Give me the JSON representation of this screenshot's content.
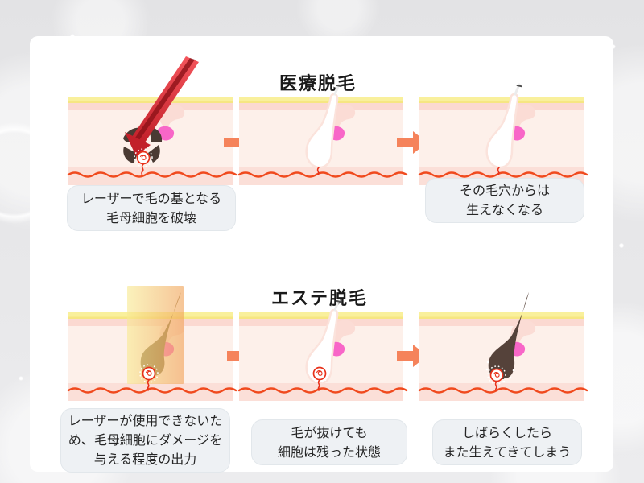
{
  "colors": {
    "bg": "#e3e3e5",
    "card": "#ffffff",
    "title": "#1a1a1a",
    "arrow": "#f5835b",
    "bubble_bg": "#eef1f4",
    "bubble_border": "#e2e7eb",
    "bubble_text": "#262626",
    "skin_yellow": "#f9f09c",
    "skin_yellow_deep": "#f6e47e",
    "skin_upper": "#fbd9d1",
    "skin_main": "#fdf0ea",
    "skin_lower": "#fbdfd8",
    "vessel": "#f04a1e",
    "cell_stroke": "#e8311a",
    "laser_light": "#f4555c",
    "laser_dark": "#c2202a",
    "laser_core": "#8c1118",
    "beam_yellow": "#f8ea92",
    "beam_orange": "#f1a258",
    "hair_olive": "#867047",
    "hair_brown": "#55423a",
    "follicle_shadow": "#fbe3dc",
    "gland_pink": "#f866c8",
    "gland_faint": "#fbdcd5",
    "debris": "#4a3a33"
  },
  "sections": [
    {
      "title": "医療脱毛",
      "steps": [
        {
          "illustration": "laser-destroys-germ-cell",
          "caption_lines": [
            "レーザーで毛の基となる",
            "毛母細胞を破壊"
          ]
        },
        {
          "illustration": "empty-follicle"
        },
        {
          "illustration": "empty-follicle-no-regrowth",
          "caption_lines": [
            "その毛穴からは",
            "生えなくなる"
          ]
        }
      ]
    },
    {
      "title": "エステ脱毛",
      "steps": [
        {
          "illustration": "weak-light-on-hair",
          "caption_lines": [
            "レーザーが使用できないた",
            "め、毛母細胞にダメージを",
            "与える程度の出力"
          ]
        },
        {
          "illustration": "hair-removed-cell-remains",
          "caption_lines": [
            "毛が抜けても",
            "細胞は残った状態"
          ]
        },
        {
          "illustration": "hair-regrown",
          "caption_lines": [
            "しばらくしたら",
            "また生えてきてしまう"
          ]
        }
      ]
    }
  ]
}
